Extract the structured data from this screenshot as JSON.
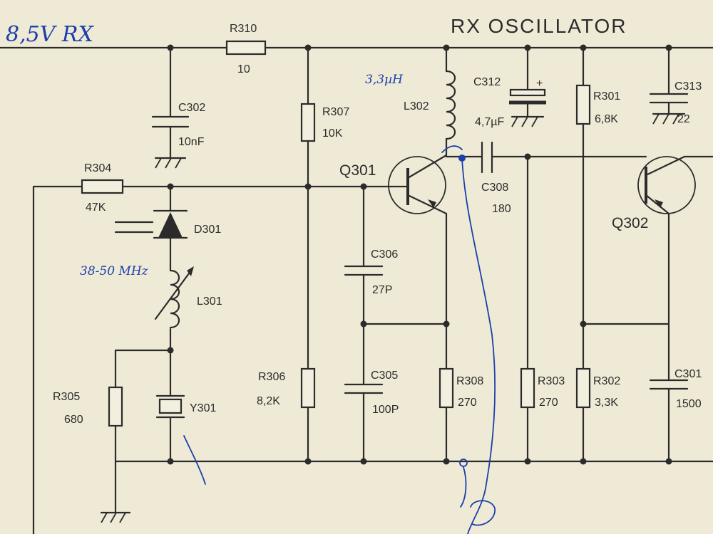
{
  "title": "RX OSCILLATOR",
  "handwritten": {
    "supply": "8,5V RX",
    "inductance": "3,3µH",
    "frequency": "38-50 MHz"
  },
  "components": {
    "r310": {
      "ref": "R310",
      "value": "10"
    },
    "c302": {
      "ref": "C302",
      "value": "10nF"
    },
    "r304": {
      "ref": "R304",
      "value": "47K"
    },
    "d301": {
      "ref": "D301"
    },
    "l301": {
      "ref": "L301"
    },
    "r305": {
      "ref": "R305",
      "value": "680"
    },
    "y301": {
      "ref": "Y301"
    },
    "r307": {
      "ref": "R307",
      "value": "10K"
    },
    "r306": {
      "ref": "R306",
      "value": "8,2K"
    },
    "q301": {
      "ref": "Q301"
    },
    "l302": {
      "ref": "L302"
    },
    "c312": {
      "ref": "C312",
      "value": "4,7µF"
    },
    "c308": {
      "ref": "C308",
      "value": "180"
    },
    "c306": {
      "ref": "C306",
      "value": "27P"
    },
    "c305": {
      "ref": "C305",
      "value": "100P"
    },
    "r308": {
      "ref": "R308",
      "value": "270"
    },
    "r303": {
      "ref": "R303",
      "value": "270"
    },
    "r301": {
      "ref": "R301",
      "value": "6,8K"
    },
    "r302": {
      "ref": "R302",
      "value": "3,3K"
    },
    "c313": {
      "ref": "C313",
      "value": "22"
    },
    "q302": {
      "ref": "Q302"
    },
    "c301": {
      "ref": "C301",
      "value": "1500"
    }
  }
}
